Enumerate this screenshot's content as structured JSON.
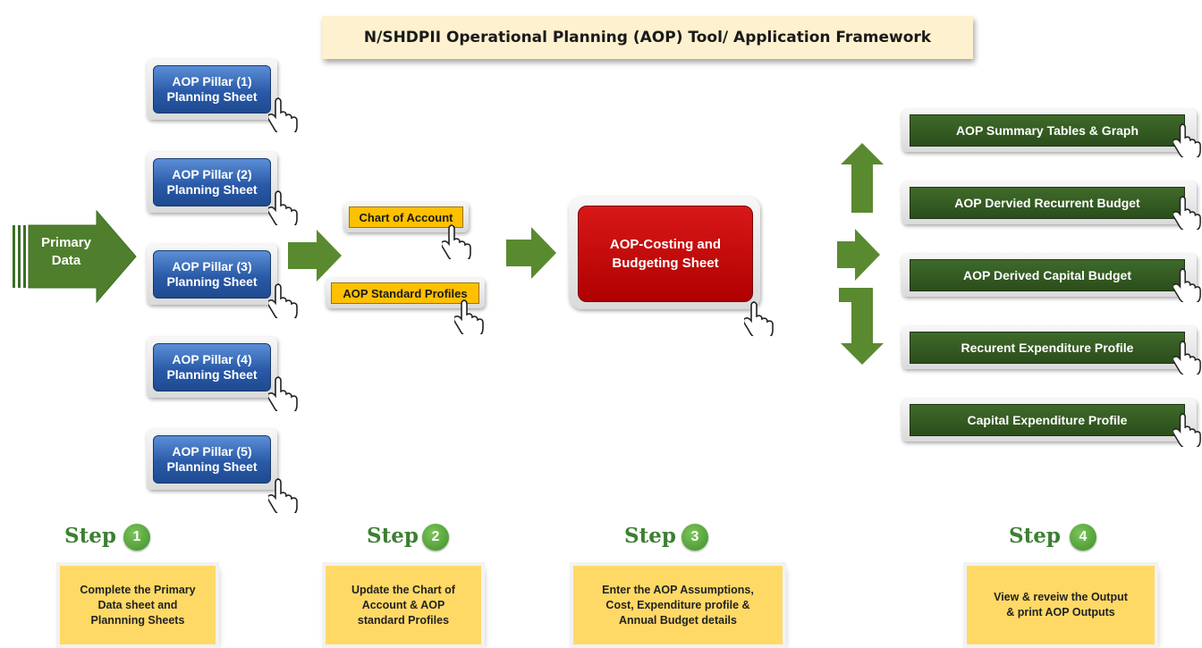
{
  "title": "N/SHDPII Operational Planning (AOP) Tool/ Application Framework",
  "primary_data": "Primary\nData",
  "pillars": [
    "AOP Pillar (1)\nPlanning Sheet",
    "AOP Pillar (2)\nPlanning Sheet",
    "AOP Pillar (3)\nPlanning Sheet",
    "AOP Pillar (4)\nPlanning Sheet",
    "AOP Pillar (5)\nPlanning Sheet"
  ],
  "chart_of_account": "Chart of Account",
  "standard_profiles": "AOP Standard Profiles",
  "costing_sheet": "AOP-Costing and\nBudgeting Sheet",
  "outputs": [
    "AOP Summary Tables & Graph",
    "AOP Dervied Recurrent Budget",
    "AOP Derived Capital Budget",
    "Recurent Expenditure Profile",
    "Capital Expenditure Profile"
  ],
  "step_word": "Step",
  "steps": [
    {
      "num": "1",
      "text": "Complete the Primary\nData sheet and\nPlannning Sheets"
    },
    {
      "num": "2",
      "text": "Update the Chart of\nAccount & AOP\nstandard Profiles"
    },
    {
      "num": "3",
      "text": "Enter the AOP Assumptions,\nCost, Expenditure profile &\nAnnual Budget details"
    },
    {
      "num": "4",
      "text": "View & reveiw the Output\n& print AOP Outputs"
    }
  ],
  "colors": {
    "pillar_blue": "#2a5aa8",
    "arrow_green": "#4f7f2c",
    "costing_red": "#c00000",
    "output_green": "#2f5220",
    "step_yellow": "#ffd966",
    "button_yellow": "#ffc000"
  }
}
